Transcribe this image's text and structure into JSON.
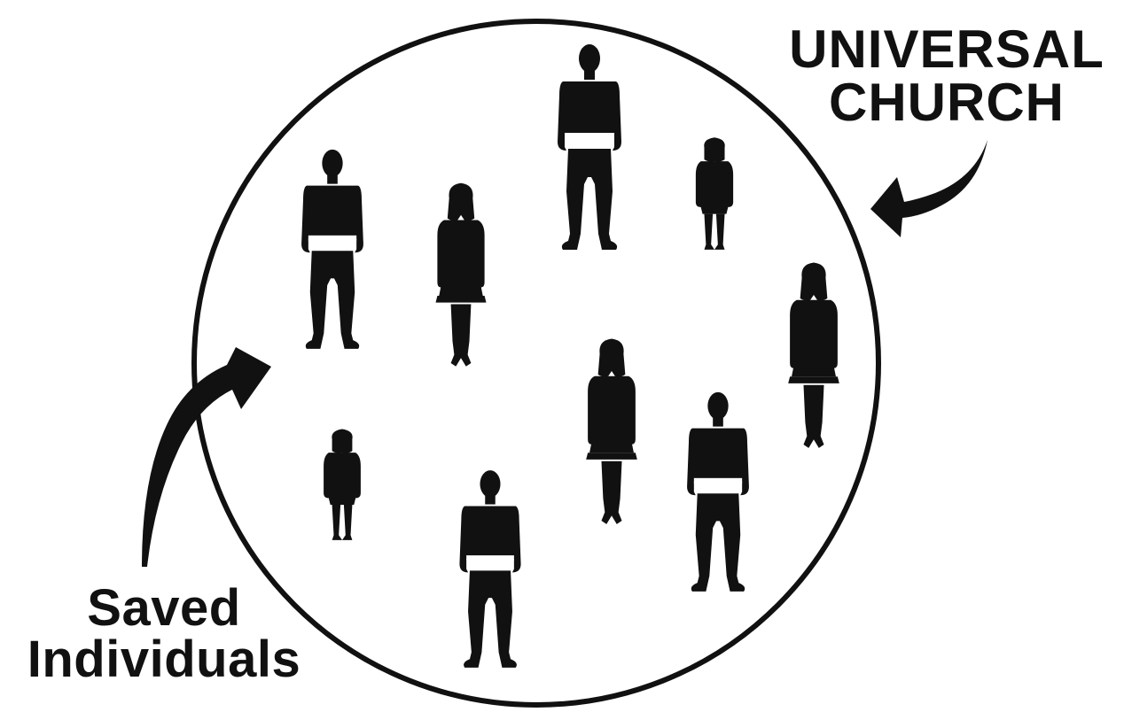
{
  "labels": {
    "church": {
      "line1": "UNIVERSAL",
      "line2": "CHURCH"
    },
    "individuals": {
      "line1": "Saved",
      "line2": "Individuals"
    }
  },
  "figures": [
    {
      "kind": "man"
    },
    {
      "kind": "woman"
    },
    {
      "kind": "man"
    },
    {
      "kind": "child"
    },
    {
      "kind": "woman"
    },
    {
      "kind": "woman"
    },
    {
      "kind": "man"
    },
    {
      "kind": "child"
    },
    {
      "kind": "man"
    }
  ],
  "colors": {
    "ink": "#111111",
    "background": "#ffffff"
  }
}
